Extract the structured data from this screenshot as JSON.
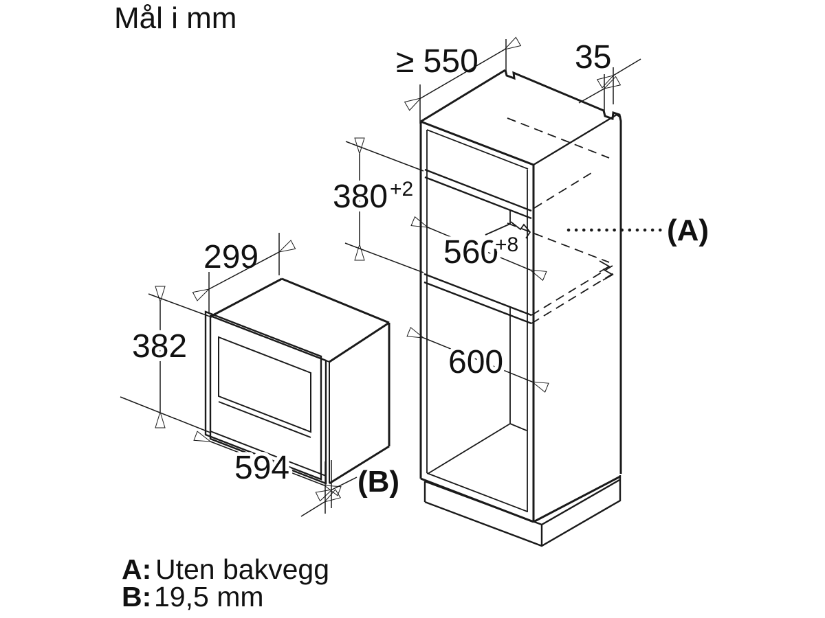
{
  "title": "Mål i mm",
  "dims": {
    "cabinet_depth": "≥ 550",
    "top_rebate": "35",
    "niche_height": "380",
    "niche_height_tol": "+2",
    "niche_width": "560",
    "niche_width_tol": "+8",
    "cabinet_width": "600",
    "oven_depth": "299",
    "oven_height": "382",
    "oven_width": "594"
  },
  "refs": {
    "a": "(A)",
    "b": "(B)"
  },
  "legend": {
    "a_key": "A:",
    "a_value": "Uten bakvegg",
    "b_key": "B:",
    "b_value": "19,5 mm"
  },
  "colors": {
    "line": "#1a1a1a",
    "background": "#ffffff"
  }
}
